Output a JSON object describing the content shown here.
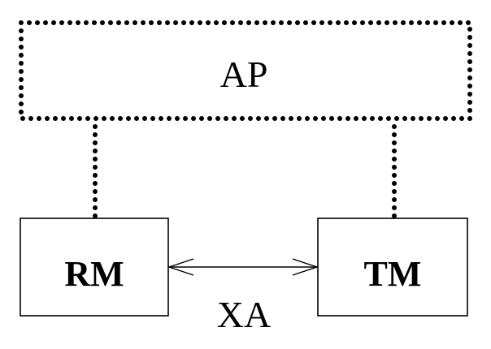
{
  "diagram": {
    "ap_label": "AP",
    "rm_label": "RM",
    "tm_label": "TM",
    "xa_label": "XA"
  }
}
